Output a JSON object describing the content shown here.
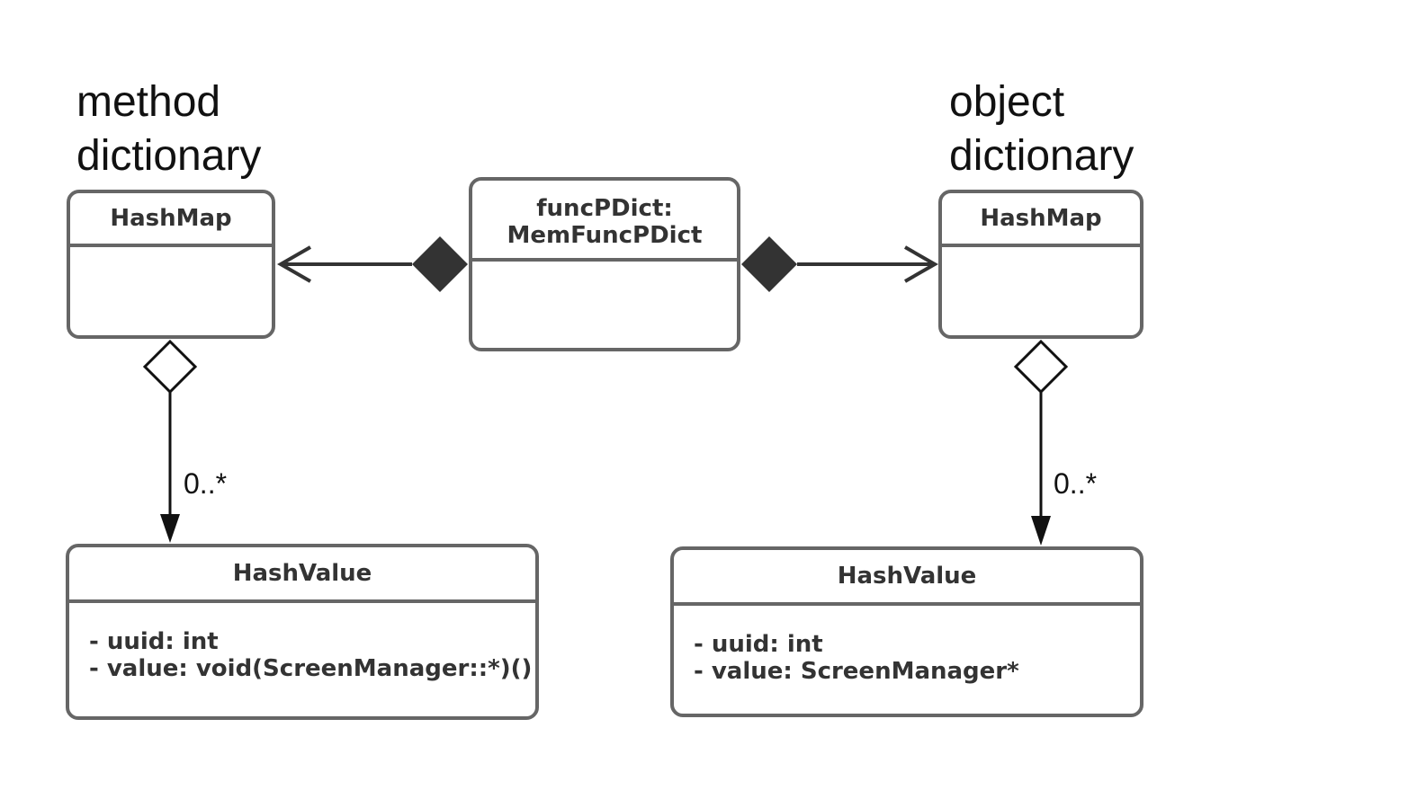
{
  "headings": {
    "left": [
      "method",
      "dictionary"
    ],
    "right": [
      "object",
      "dictionary"
    ]
  },
  "classes": {
    "hashmap_left": {
      "name": "HashMap",
      "attributes": []
    },
    "funcpdict": {
      "name_lines": [
        "funcPDict:",
        "MemFuncPDict"
      ],
      "attributes": []
    },
    "hashmap_right": {
      "name": "HashMap",
      "attributes": []
    },
    "hashvalue_left": {
      "name": "HashValue",
      "attributes": [
        "- uuid: int",
        "- value: void(ScreenManager::*)()"
      ]
    },
    "hashvalue_right": {
      "name": "HashValue",
      "attributes": [
        "- uuid: int",
        "- value: ScreenManager*"
      ]
    }
  },
  "relationships": [
    {
      "from": "funcPDict: MemFuncPDict",
      "to": "HashMap (method dictionary)",
      "type": "composition"
    },
    {
      "from": "funcPDict: MemFuncPDict",
      "to": "HashMap (object dictionary)",
      "type": "composition"
    },
    {
      "from": "HashMap (method dictionary)",
      "to": "HashValue",
      "type": "aggregation",
      "multiplicity": "0..*"
    },
    {
      "from": "HashMap (object dictionary)",
      "to": "HashValue",
      "type": "aggregation",
      "multiplicity": "0..*"
    }
  ],
  "colors": {
    "box_border": "#666666",
    "box_text": "#333333",
    "connector": "#333333",
    "composition_fill": "#333333"
  }
}
